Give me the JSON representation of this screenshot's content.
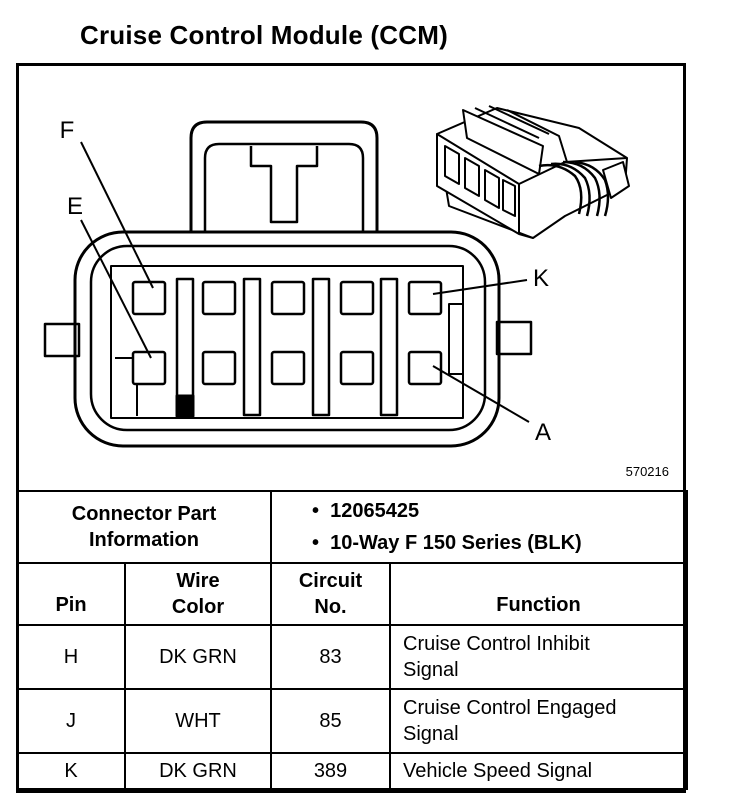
{
  "title": "Cruise Control Module (CCM)",
  "figure_id": "570216",
  "pin_labels": {
    "f": "F",
    "e": "E",
    "k": "K",
    "a": "A"
  },
  "connector_info": {
    "label_line1": "Connector Part",
    "label_line2": "Information",
    "items": [
      "12065425",
      "10-Way F 150 Series (BLK)"
    ]
  },
  "table": {
    "headers": {
      "pin": "Pin",
      "wire_color_line1": "Wire",
      "wire_color_line2": "Color",
      "circuit_line1": "Circuit",
      "circuit_line2": "No.",
      "function": "Function"
    },
    "rows": [
      {
        "pin": "H",
        "wire_color": "DK GRN",
        "circuit": "83",
        "function_line1": "Cruise Control Inhibit",
        "function_line2": "Signal"
      },
      {
        "pin": "J",
        "wire_color": "WHT",
        "circuit": "85",
        "function_line1": "Cruise Control Engaged",
        "function_line2": "Signal"
      },
      {
        "pin": "K",
        "wire_color": "DK GRN",
        "circuit": "389",
        "function_line1": "Vehicle Speed Signal",
        "function_line2": ""
      }
    ]
  }
}
